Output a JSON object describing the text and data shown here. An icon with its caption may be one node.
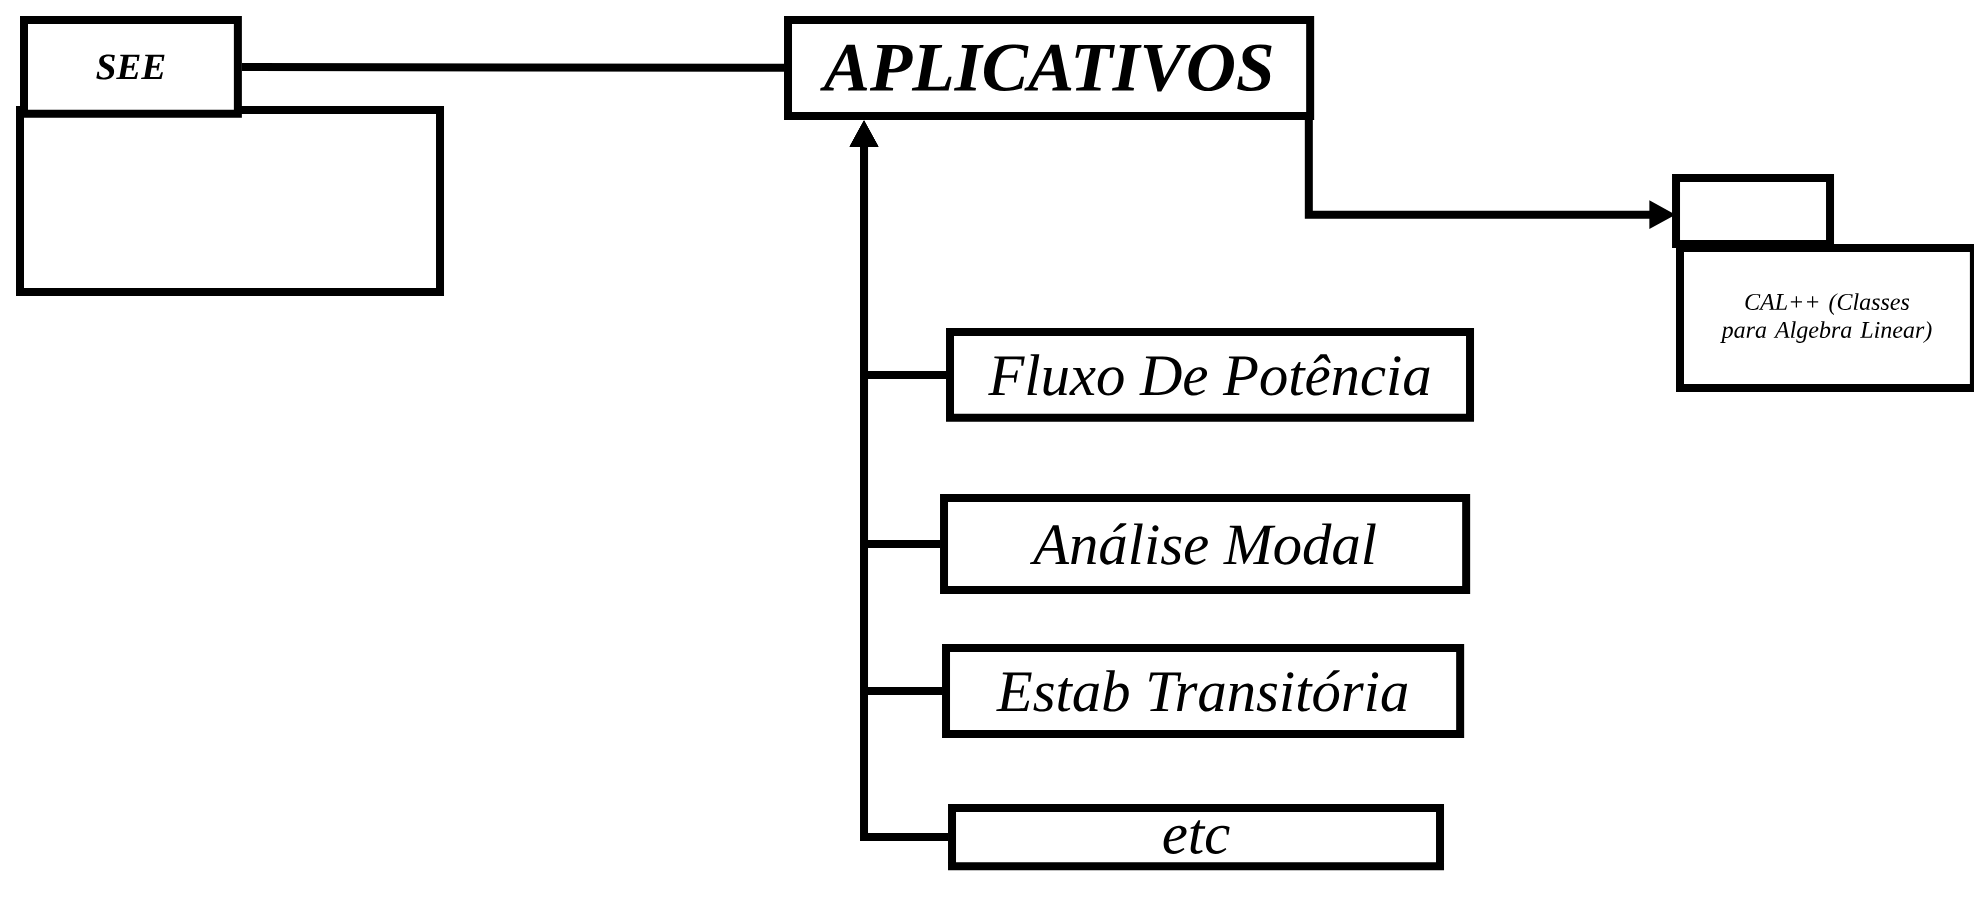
{
  "diagram": {
    "nodes": [
      {
        "text": [
          "SEE"
        ]
      },
      {
        "text": [
          "APLICATIVOS"
        ]
      },
      {
        "text": [
          "CAL++ (Classes para Algebra Linear)"
        ]
      },
      {
        "text": [
          "Fluxo De Potência"
        ]
      },
      {
        "text": [
          "Análise Modal"
        ]
      },
      {
        "text": [
          "Estab Transitória"
        ]
      },
      {
        "text": [
          "etc"
        ]
      }
    ],
    "edges": [
      {
        "from": 0,
        "to": 1,
        "arrow": "none"
      },
      {
        "from": 1,
        "to": 2,
        "arrow": "to"
      },
      {
        "from": 3,
        "to": 1,
        "arrow": "to"
      },
      {
        "from": 4,
        "to": 1,
        "arrow": "to"
      },
      {
        "from": 5,
        "to": 1,
        "arrow": "to"
      },
      {
        "from": 6,
        "to": 1,
        "arrow": "to"
      }
    ]
  }
}
